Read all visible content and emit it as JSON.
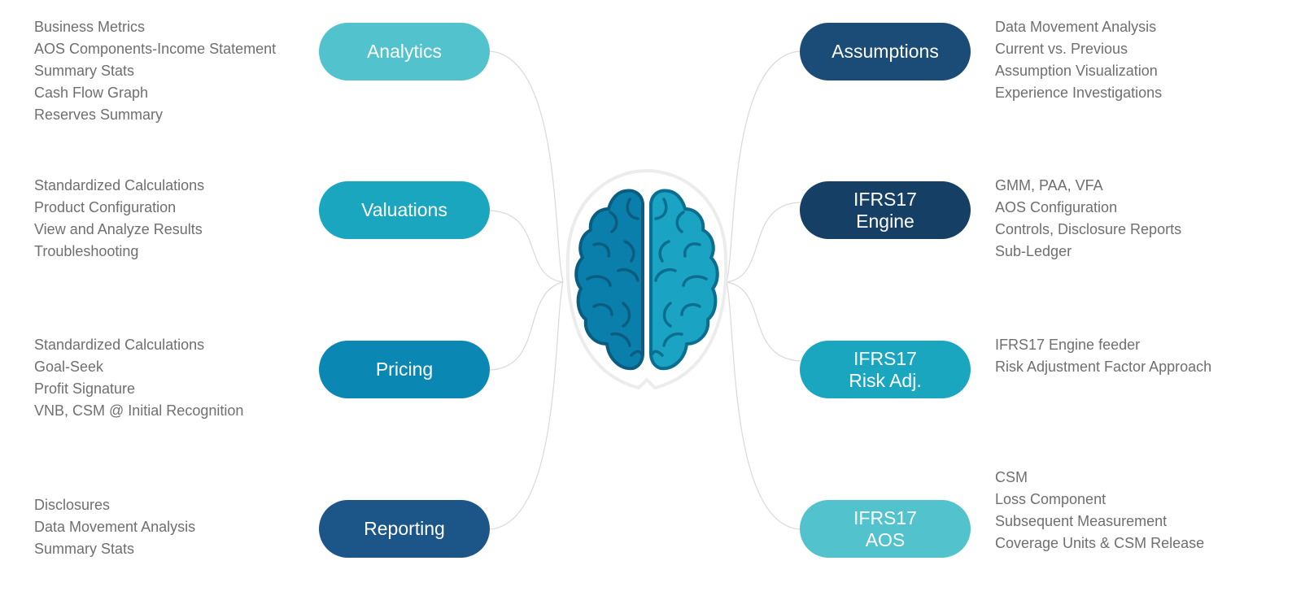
{
  "colors": {
    "analytics": "#52c2cc",
    "valuations": "#1ba6c0",
    "pricing": "#0a88b3",
    "reporting": "#1c5587",
    "assumptions": "#1b4c77",
    "ifrs17_engine": "#163f65",
    "ifrs17_risk_adj": "#1ba6c0",
    "ifrs17_aos": "#52c2cc",
    "brain_left": "#0a7fab",
    "brain_right": "#1aa3c3",
    "brain_outline": "#0b5d80",
    "text_gray": "#6f6f6f",
    "connector": "#d9d9d9"
  },
  "icons": {
    "center": "brain-icon"
  },
  "left": [
    {
      "key": "analytics",
      "label": "Analytics",
      "items": [
        "Business Metrics",
        "AOS Components-Income Statement",
        "Summary Stats",
        "Cash Flow Graph",
        "Reserves Summary"
      ]
    },
    {
      "key": "valuations",
      "label": "Valuations",
      "items": [
        "Standardized Calculations",
        "Product Configuration",
        "View and Analyze Results",
        "Troubleshooting"
      ]
    },
    {
      "key": "pricing",
      "label": "Pricing",
      "items": [
        "Standardized Calculations",
        "Goal-Seek",
        "Profit Signature",
        "VNB, CSM @ Initial Recognition"
      ]
    },
    {
      "key": "reporting",
      "label": "Reporting",
      "items": [
        "Disclosures",
        "Data Movement Analysis",
        "Summary Stats"
      ]
    }
  ],
  "right": [
    {
      "key": "assumptions",
      "label": "Assumptions",
      "items": [
        "Data Movement Analysis",
        "Current vs. Previous",
        "Assumption Visualization",
        "Experience Investigations"
      ]
    },
    {
      "key": "ifrs17_engine",
      "label": "IFRS17\nEngine",
      "items": [
        "GMM, PAA, VFA",
        "AOS Configuration",
        "Controls, Disclosure Reports",
        "Sub-Ledger"
      ]
    },
    {
      "key": "ifrs17_risk_adj",
      "label": "IFRS17\nRisk Adj.",
      "items": [
        "IFRS17 Engine feeder",
        "Risk Adjustment Factor Approach"
      ]
    },
    {
      "key": "ifrs17_aos",
      "label": "IFRS17\nAOS",
      "items": [
        "CSM",
        "Loss Component",
        "Subsequent Measurement",
        "Coverage Units & CSM Release"
      ]
    }
  ]
}
